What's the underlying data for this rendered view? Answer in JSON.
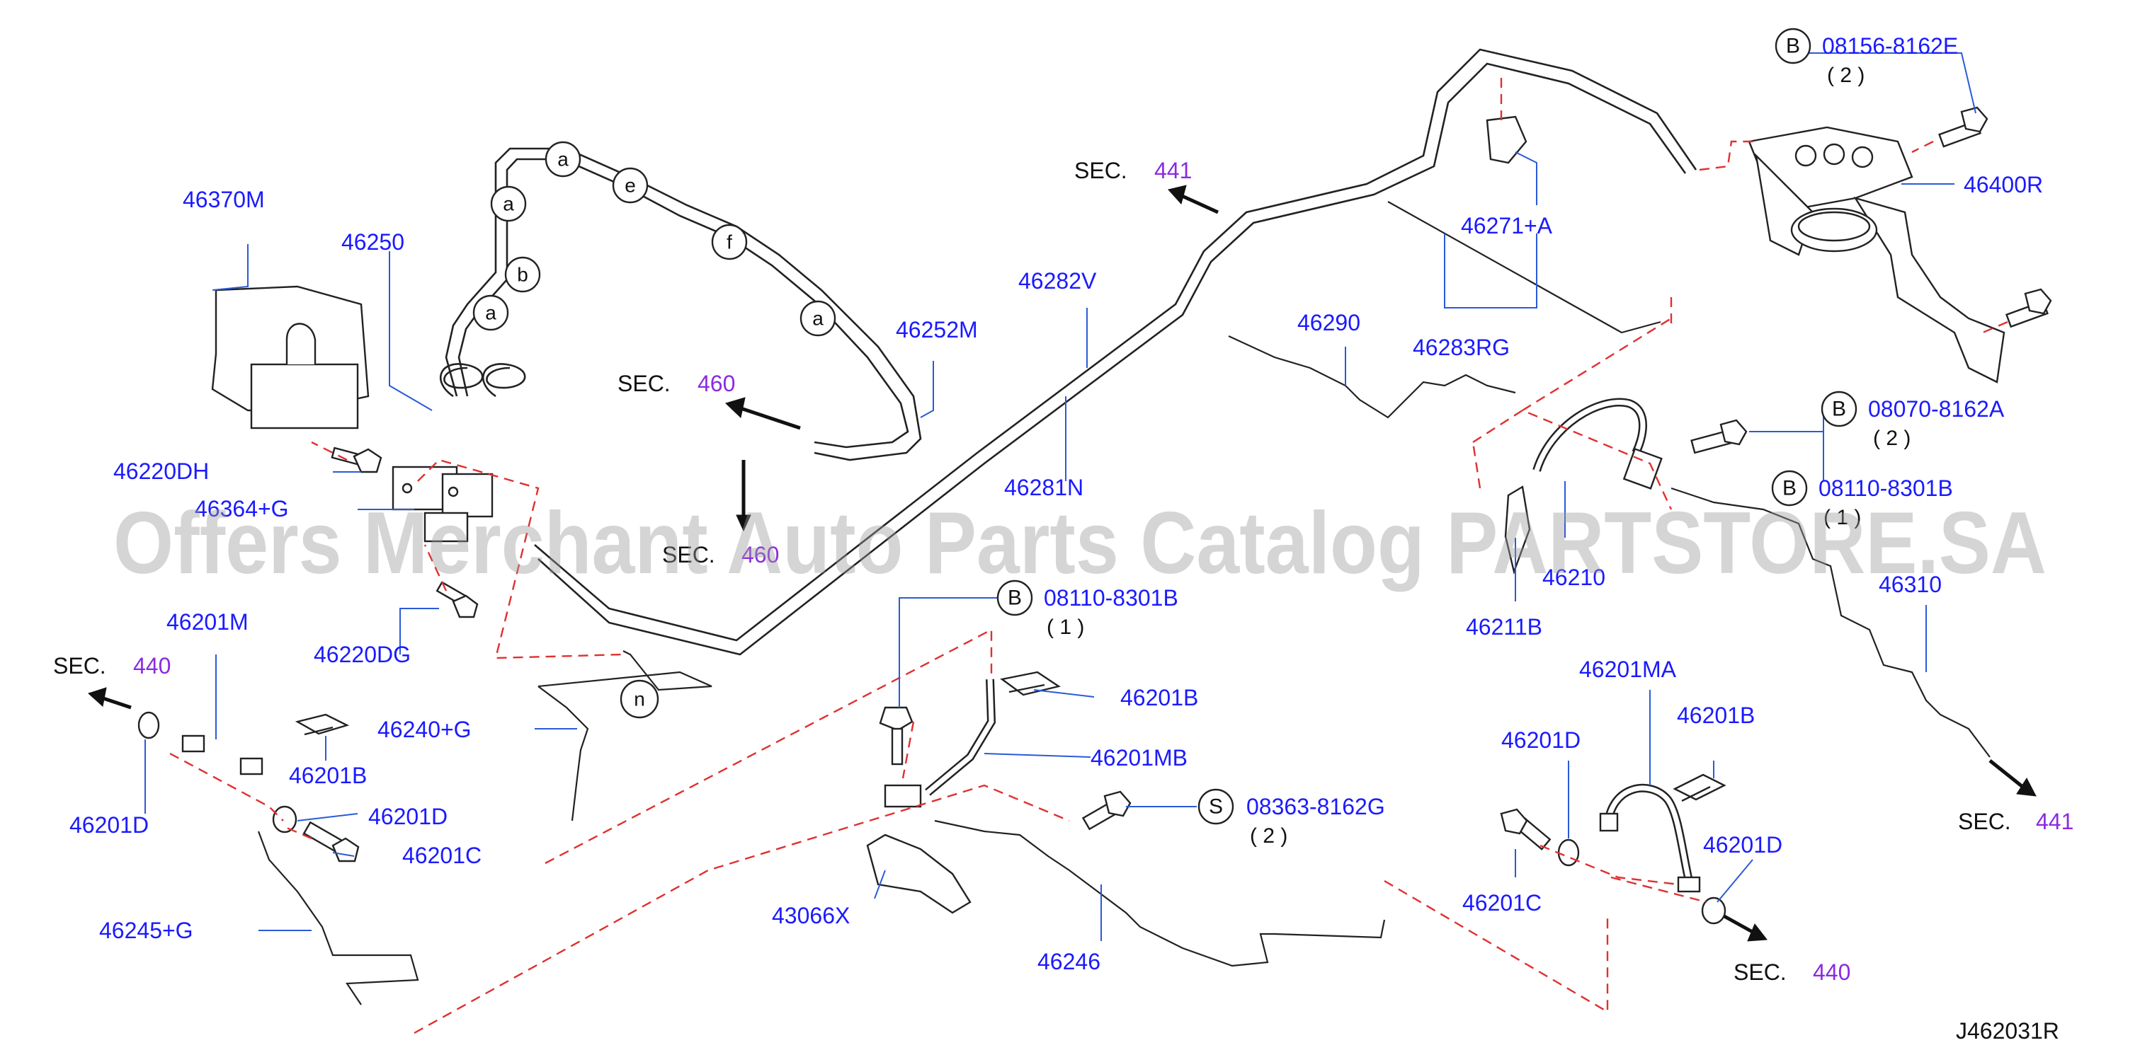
{
  "labels": {
    "p_46370M": "46370M",
    "p_46250": "46250",
    "p_46220DH": "46220DH",
    "p_46364G": "46364+G",
    "p_46220DG": "46220DG",
    "p_46201M": "46201M",
    "p_46201D_l": "46201D",
    "p_46201B_l": "46201B",
    "p_46240G": "46240+G",
    "p_46201D_l2": "46201D",
    "p_46201C_l": "46201C",
    "p_46245G": "46245+G",
    "p_46252M": "46252M",
    "p_46282V": "46282V",
    "p_46281N": "46281N",
    "p_46290": "46290",
    "p_46271A": "46271+A",
    "p_46283RG": "46283RG",
    "p_46400R": "46400R",
    "p_46210": "46210",
    "p_46211B": "46211B",
    "p_46310": "46310",
    "p_46201B_c": "46201B",
    "p_46201MB": "46201MB",
    "p_43066X": "43066X",
    "p_46246": "46246",
    "p_46201MA": "46201MA",
    "p_46201D_r": "46201D",
    "p_46201B_r": "46201B",
    "p_46201C_r": "46201C",
    "p_46201D_r2": "46201D"
  },
  "fasteners": {
    "f1_circle": "B",
    "f1_num": "08156-8162E",
    "f1_qty": "( 2 )",
    "f2_circle": "B",
    "f2_num": "08070-8162A",
    "f2_qty": "( 2 )",
    "f3_circle": "B",
    "f3_num": "08110-8301B",
    "f3_qty": "( 1 )",
    "f4_circle": "B",
    "f4_num": "08110-8301B",
    "f4_qty": "( 1 )",
    "f5_circle": "S",
    "f5_num": "08363-8162G",
    "f5_qty": "( 2 )"
  },
  "sections": {
    "s441_top": {
      "prefix": "SEC.",
      "num": "441"
    },
    "s460_a": {
      "prefix": "SEC.",
      "num": "460"
    },
    "s460_b": {
      "prefix": "SEC.",
      "num": "460"
    },
    "s440_l": {
      "prefix": "SEC.",
      "num": "440"
    },
    "s441_r": {
      "prefix": "SEC.",
      "num": "441"
    },
    "s440_r": {
      "prefix": "SEC.",
      "num": "440"
    }
  },
  "connectors": {
    "c1": "a",
    "c2": "a",
    "c3": "a",
    "c4": "b",
    "c5": "a",
    "c6": "e",
    "c7": "f",
    "c8": "n"
  },
  "reference_code": "J462031R",
  "watermark": "Offers Merchant Auto Parts Catalog PARTSTORE.SA",
  "colors": {
    "part_number": "#1a1aff",
    "section_number": "#8a2be2",
    "leader": "#2a5bd7",
    "dashed_line": "#e03030"
  }
}
